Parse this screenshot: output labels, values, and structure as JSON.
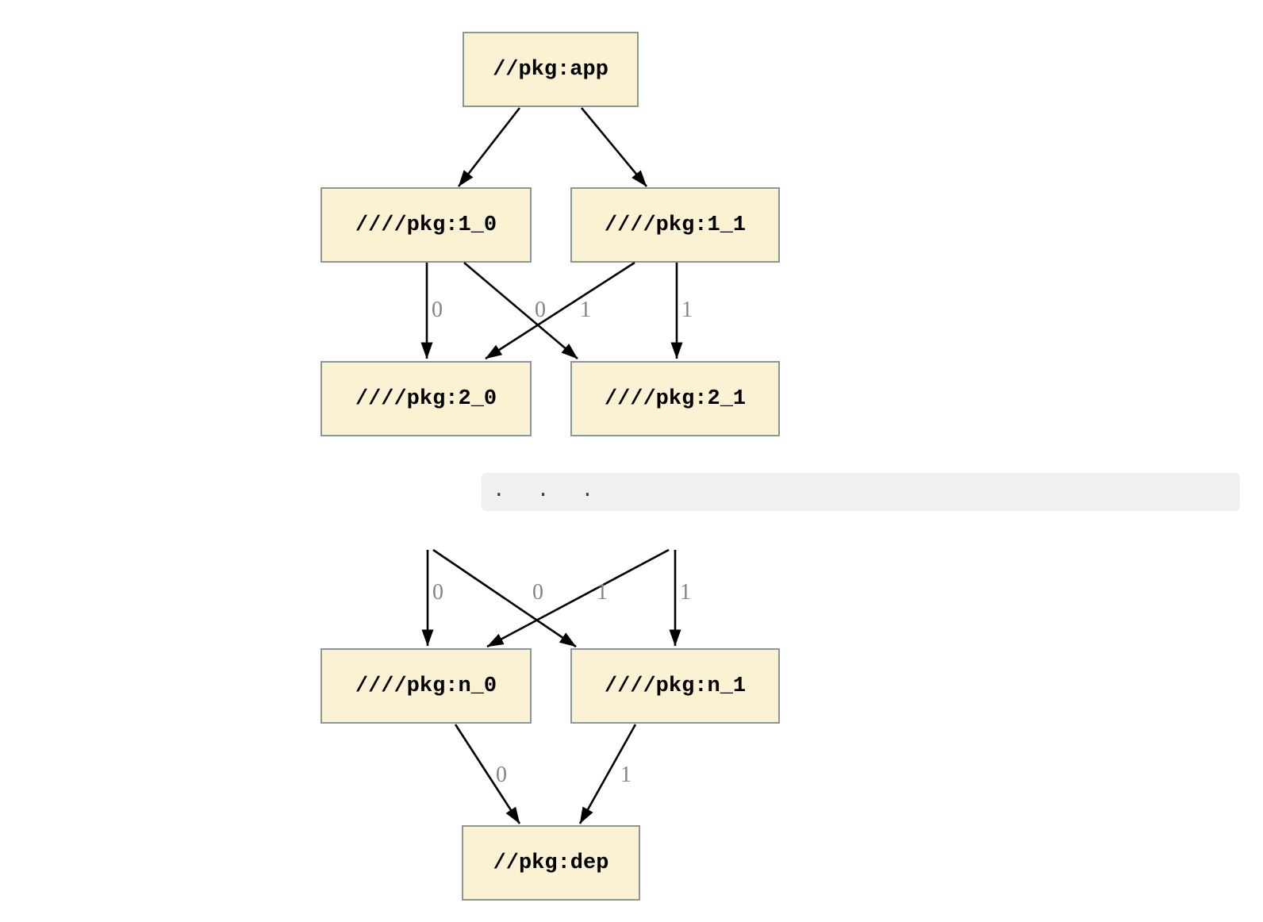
{
  "diagram": {
    "nodes": {
      "app": "//pkg:app",
      "l1_0": "////pkg:1_0",
      "l1_1": "////pkg:1_1",
      "l2_0": "////pkg:2_0",
      "l2_1": "////pkg:2_1",
      "ln_0": "////pkg:n_0",
      "ln_1": "////pkg:n_1",
      "dep": "//pkg:dep"
    },
    "edge_labels": {
      "top_vert_0": "0",
      "top_cross_0": "0",
      "top_cross_1": "1",
      "top_vert_1": "1",
      "mid_vert_0": "0",
      "mid_cross_0": "0",
      "mid_cross_1": "1",
      "mid_vert_1": "1",
      "dep_0": "0",
      "dep_1": "1"
    },
    "separator": ".  .  .",
    "colors": {
      "node_fill": "#fbf2d3",
      "node_border": "#8d9696",
      "edge": "#000000",
      "edge_label": "#848484",
      "separator_bg": "#f0f0f0",
      "background": "#ffffff"
    }
  }
}
